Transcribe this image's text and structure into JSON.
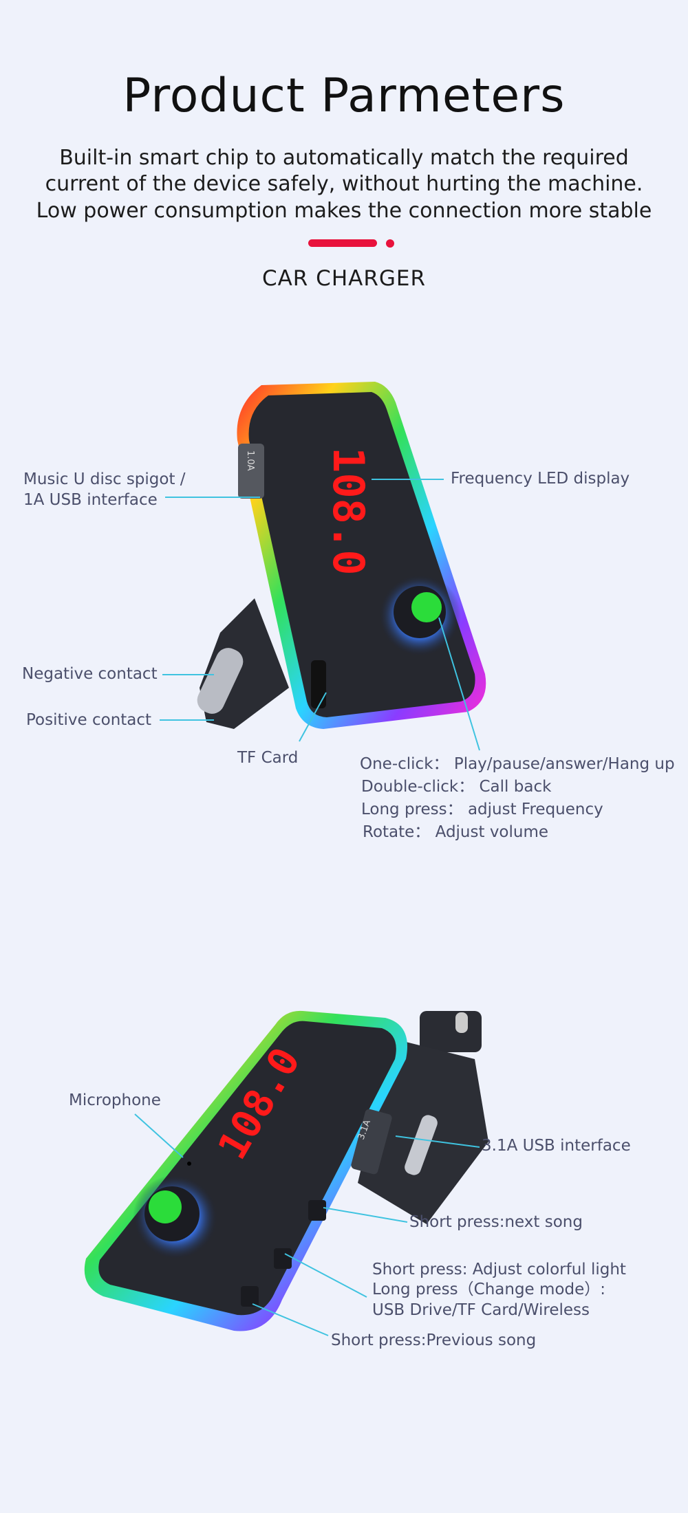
{
  "header": {
    "title": "Product Parmeters",
    "subtitle_lines": [
      "Built-in smart chip to automatically match the required",
      "current of the device safely, without hurting the machine.",
      "Low power consumption makes the connection more stable"
    ],
    "section_title": "CAR CHARGER"
  },
  "colors": {
    "accent": "#e8123c",
    "leader_line": "#3fc3e0",
    "label_text": "#4b4f6b",
    "background": "#eff2fb"
  },
  "view1": {
    "display_reading": "108.0",
    "usb_port_mark": "1.0A",
    "labels": {
      "usb_1a": [
        "Music U disc spigot /",
        "1A USB interface"
      ],
      "led_display": "Frequency LED display",
      "negative_contact": "Negative contact",
      "positive_contact": "Positive contact",
      "tf_card": "TF Card",
      "knob_functions": [
        "One-click： Play/pause/answer/Hang up",
        "Double-click： Call back",
        "Long press： adjust Frequency",
        "Rotate： Adjust volume"
      ]
    }
  },
  "view2": {
    "display_reading": "108.0",
    "usb_port_mark": "3.1A",
    "labels": {
      "microphone": "Microphone",
      "usb_31a": "3.1A USB interface",
      "next_song": "Short press:next song",
      "mode_button": [
        "Short press: Adjust colorful light",
        "Long press（Change mode）:",
        "USB Drive/TF Card/Wireless"
      ],
      "previous_song": "Short press:Previous song"
    }
  }
}
